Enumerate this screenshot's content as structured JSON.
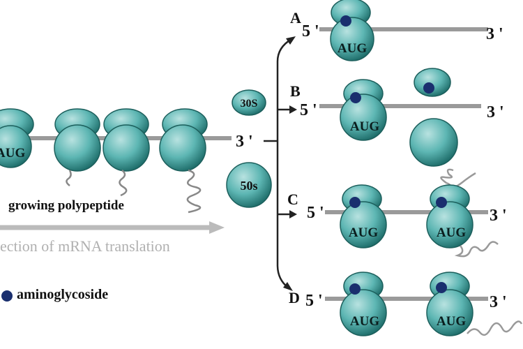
{
  "labels": {
    "growing": "growing polypeptide",
    "direction": "ection of mRNA translation",
    "legend": "aminoglycoside",
    "s30": "30S",
    "s50": "50s",
    "aug": "AUG",
    "five": "5 '",
    "three": "3 '"
  },
  "branches": [
    "A",
    "B",
    "C",
    "D"
  ],
  "colors": {
    "ribosome": "#3fa3a0",
    "ribosome_light": "#b8e2e0",
    "mrna": "#9a9a9a",
    "drug": "#1a2f6e",
    "arrow": "#222222"
  }
}
